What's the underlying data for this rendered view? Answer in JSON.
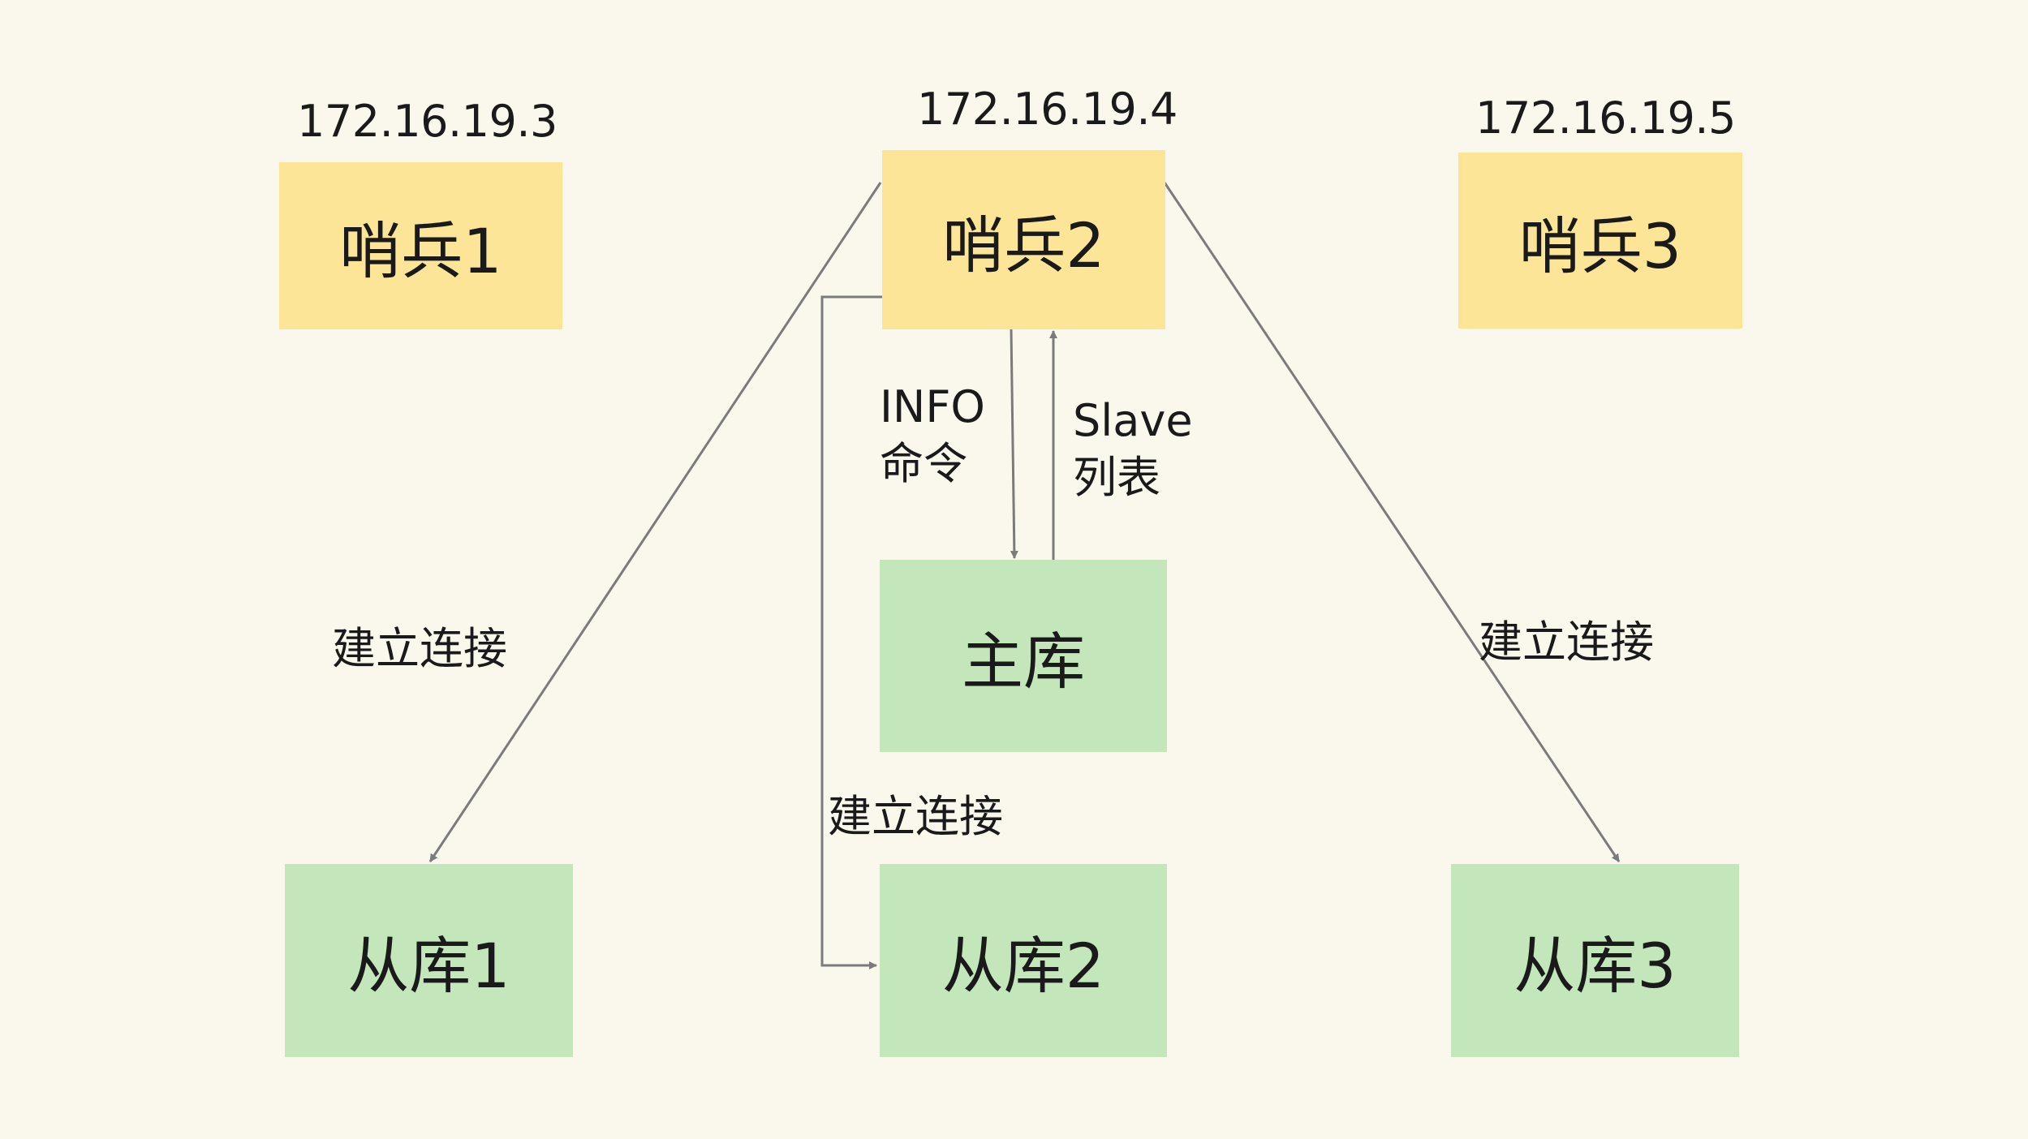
{
  "colors": {
    "background": "#faf8ed",
    "sentinel_fill": "#fde598",
    "database_fill": "#c3e6bb",
    "connector": "#7b7b7b"
  },
  "sentinels": [
    {
      "label": "哨兵1",
      "ip": "172.16.19.3"
    },
    {
      "label": "哨兵2",
      "ip": "172.16.19.4"
    },
    {
      "label": "哨兵3",
      "ip": "172.16.19.5"
    }
  ],
  "master": {
    "label": "主库"
  },
  "replicas": [
    {
      "label": "从库1"
    },
    {
      "label": "从库2"
    },
    {
      "label": "从库3"
    }
  ],
  "edges": {
    "info_command": {
      "line1": "INFO",
      "line2": "命令"
    },
    "slave_list": {
      "line1": "Slave",
      "line2": "列表"
    },
    "connect_replica1": "建立连接",
    "connect_replica2": "建立连接",
    "connect_replica3": "建立连接"
  }
}
